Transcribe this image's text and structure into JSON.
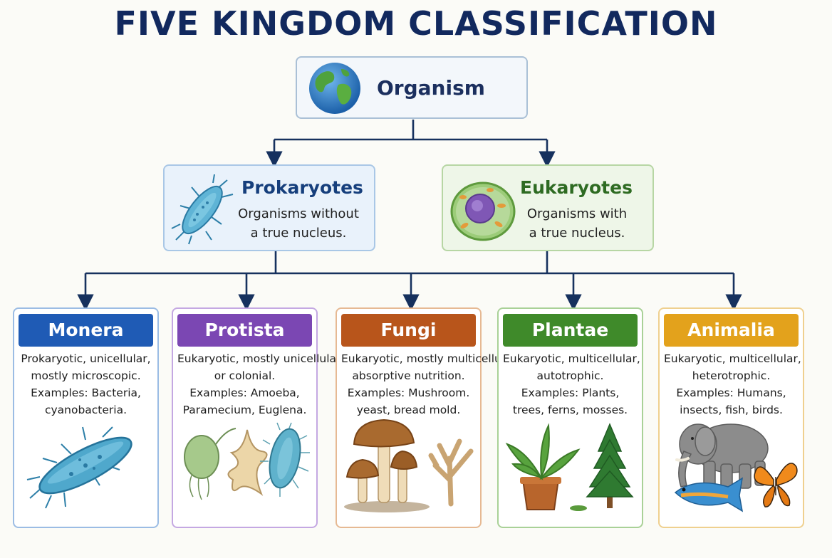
{
  "title": "FIVE KINGDOM CLASSIFICATION",
  "root": {
    "label": "Organism",
    "icon": "globe-icon"
  },
  "branches": [
    {
      "title": "Prokaryotes",
      "lines": [
        "Organisms without",
        "a true nucleus."
      ],
      "icon": "bacterium-icon",
      "color": "#163f7c"
    },
    {
      "title": "Eukaryotes",
      "lines": [
        "Organisms with",
        "a true nucleus."
      ],
      "icon": "cell-icon",
      "color": "#2e6b22"
    }
  ],
  "kingdoms": [
    {
      "name": "Monera",
      "color": "#1f5bb5",
      "border": "#9bbce4",
      "lines": [
        "Prokaryotic, unicellular,",
        "mostly microscopic.",
        "Examples: Bacteria,",
        "cyanobacteria."
      ],
      "art": "bacterium-illustration"
    },
    {
      "name": "Protista",
      "color": "#7b47b3",
      "border": "#c4a8e2",
      "lines": [
        "Eukaryotic, mostly unicellular",
        "or colonial.",
        "Examples: Amoeba,",
        "Paramecium, Euglena."
      ],
      "art": "protists-illustration"
    },
    {
      "name": "Fungi",
      "color": "#b8551b",
      "border": "#e6b993",
      "lines": [
        "Eukaryotic, mostly multicellular,",
        "absorptive nutrition.",
        "Examples: Mushroom.",
        "yeast, bread mold."
      ],
      "art": "mushrooms-illustration"
    },
    {
      "name": "Plantae",
      "color": "#3f8a2a",
      "border": "#a9d197",
      "lines": [
        "Eukaryotic, multicellular,",
        "autotrophic.",
        "Examples: Plants,",
        "trees, ferns, mosses."
      ],
      "art": "plants-illustration"
    },
    {
      "name": "Animalia",
      "color": "#e3a21c",
      "border": "#efd08f",
      "lines": [
        "Eukaryotic, multicellular,",
        "heterotrophic.",
        "Examples: Humans,",
        "insects, fish, birds."
      ],
      "art": "animals-illustration"
    }
  ]
}
